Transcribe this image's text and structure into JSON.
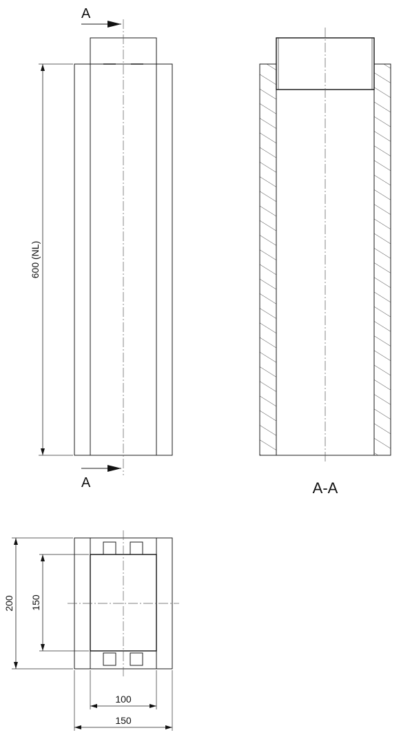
{
  "section_marker": "A",
  "section_title": "A-A",
  "dimensions": {
    "length": "600 (NL)",
    "outer_height": "200",
    "inner_height": "150",
    "inner_width": "100",
    "outer_width": "150"
  }
}
